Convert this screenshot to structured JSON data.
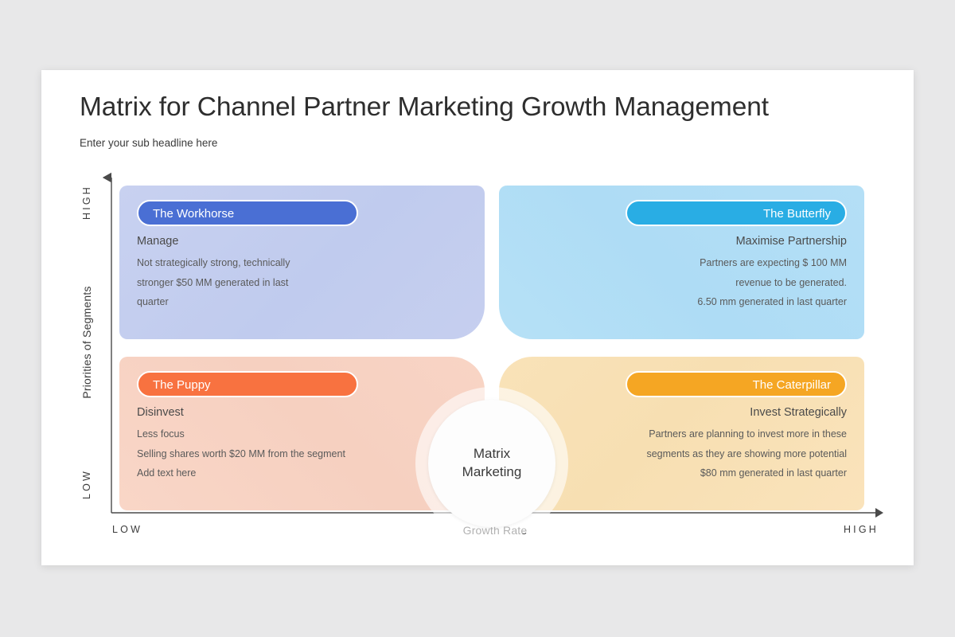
{
  "slide": {
    "title": "Matrix for Channel Partner Marketing Growth Management",
    "subtitle": "Enter your sub headline here"
  },
  "axes": {
    "y": {
      "high": "HIGH",
      "label": "Priorities of Segments",
      "low": "LOW"
    },
    "x": {
      "low": "LOW",
      "label": "Growth Rate",
      "high": "HIGH"
    }
  },
  "hub": {
    "label": "Matrix\nMarketing"
  },
  "quadrants": [
    {
      "id": "top-left",
      "name": "The Workhorse",
      "action": "Manage",
      "color": "#4a6fd4",
      "background": "#c3cdef",
      "lines": [
        "Not strategically strong, technically",
        "stronger $50 MM generated in last",
        "quarter"
      ]
    },
    {
      "id": "top-right",
      "name": "The Butterfly",
      "action": "Maximise Partnership",
      "color": "#29ade4",
      "background": "#b3dff5",
      "lines": [
        "Partners are expecting $ 100 MM",
        "revenue to be generated.",
        "6.50 mm generated in last quarter"
      ]
    },
    {
      "id": "bottom-left",
      "name": "The Puppy",
      "action": "Disinvest",
      "color": "#f87240",
      "background": "#f7d3c4",
      "lines": [
        "Less focus",
        "Selling shares worth $20 MM from the segment",
        "Add text here"
      ]
    },
    {
      "id": "bottom-right",
      "name": "The Caterpillar",
      "action": "Invest Strategically",
      "color": "#f5a623",
      "background": "#f8e0b4",
      "lines": [
        "Partners are planning to invest more in these",
        "segments as they are showing more potential",
        "$80 mm generated in last quarter"
      ]
    }
  ],
  "chart_data": {
    "type": "table",
    "title": "Matrix for Channel Partner Marketing Growth Management",
    "subtitle": "Enter your sub headline here",
    "xlabel": "Growth Rate",
    "ylabel": "Priorities of Segments",
    "x_ticks": [
      "LOW",
      "HIGH"
    ],
    "y_ticks": [
      "LOW",
      "HIGH"
    ],
    "grid": false,
    "legend": "none",
    "categories": [
      "The Workhorse",
      "The Butterfly",
      "The Puppy",
      "The Caterpillar"
    ],
    "series": [
      {
        "name": "Quadrant placement",
        "values": [
          {
            "label": "The Workhorse",
            "growth_rate": "LOW",
            "priority": "HIGH",
            "action": "Manage",
            "color": "#4a6fd4"
          },
          {
            "label": "The Butterfly",
            "growth_rate": "HIGH",
            "priority": "HIGH",
            "action": "Maximise Partnership",
            "color": "#29ade4"
          },
          {
            "label": "The Puppy",
            "growth_rate": "LOW",
            "priority": "LOW",
            "action": "Disinvest",
            "color": "#f87240"
          },
          {
            "label": "The Caterpillar",
            "growth_rate": "HIGH",
            "priority": "LOW",
            "action": "Invest Strategically",
            "color": "#f5a623"
          }
        ]
      }
    ],
    "annotations": [
      "Not strategically strong, technically stronger $50 MM generated in last quarter",
      "Partners are expecting $ 100 MM revenue to be generated. 6.50 mm generated in last quarter",
      "Less focus. Selling shares worth $20 MM from the segment. Add text here",
      "Partners are planning to invest more in these segments as they are showing more potential. $80 mm generated in last quarter"
    ],
    "center_label": "Matrix Marketing"
  }
}
